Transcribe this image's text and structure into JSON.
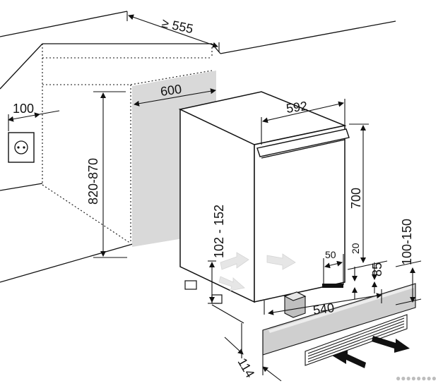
{
  "dimensions": {
    "depth_min": "≥ 555",
    "niche_width": "600",
    "socket_offset": "100",
    "niche_height": "820-870",
    "appliance_width": "592",
    "appliance_height": "700",
    "foot_height": "102 - 152",
    "vent_gap": "50",
    "vent_height": "20",
    "plinth_offset": "85",
    "plinth_height": "100-150",
    "plinth_depth": "540",
    "front_setback": "114"
  },
  "watermark": "●●●●●●●●",
  "colors": {
    "line": "#111111",
    "niche_shade": "#d9d9d9",
    "plinth": "#cfcfcf",
    "arrow_light": "#e6e6e6"
  }
}
